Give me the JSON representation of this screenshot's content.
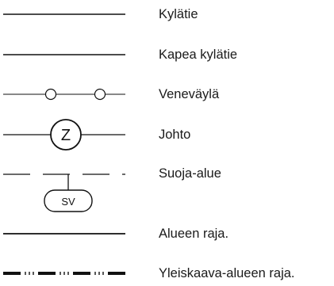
{
  "legend": {
    "items": [
      {
        "symbol": "solid-line",
        "label": "Kylätie"
      },
      {
        "symbol": "solid-line",
        "label": "Kapea kylätie"
      },
      {
        "symbol": "line-with-circles",
        "label": "Veneväylä"
      },
      {
        "symbol": "line-with-z-circle",
        "label": "Johto",
        "symbol_text": "Z"
      },
      {
        "symbol": "dashed-line-with-sv-box",
        "label": "Suoja-alue",
        "symbol_text": "SV"
      },
      {
        "symbol": "solid-line",
        "label": "Alueen raja."
      },
      {
        "symbol": "dash-dot-line",
        "label": "Yleiskaava-alueen raja."
      }
    ]
  }
}
